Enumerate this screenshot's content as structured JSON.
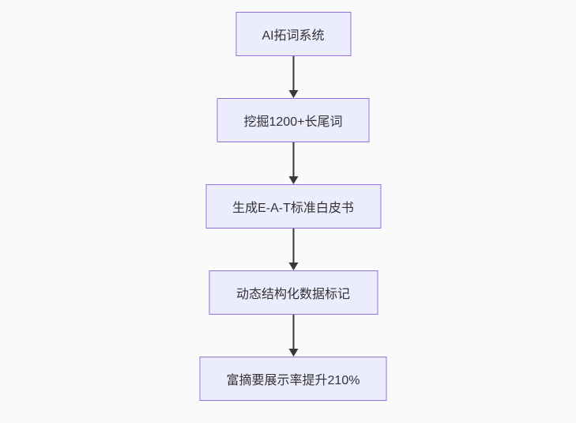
{
  "diagram": {
    "type": "flowchart",
    "direction": "top-down",
    "nodes": [
      {
        "id": "step-1",
        "label": "AI拓词系统"
      },
      {
        "id": "step-2",
        "label": "挖掘1200+长尾词"
      },
      {
        "id": "step-3",
        "label": "生成E-A-T标准白皮书"
      },
      {
        "id": "step-4",
        "label": "动态结构化数据标记"
      },
      {
        "id": "step-5",
        "label": "富摘要展示率提升210%"
      }
    ],
    "edges": [
      {
        "from": "step-1",
        "to": "step-2",
        "style": "arrow-down"
      },
      {
        "from": "step-2",
        "to": "step-3",
        "style": "arrow-down"
      },
      {
        "from": "step-3",
        "to": "step-4",
        "style": "arrow-down"
      },
      {
        "from": "step-4",
        "to": "step-5",
        "style": "arrow-down"
      }
    ],
    "colors": {
      "node_fill": "#ECECFF",
      "node_border": "#9370DB",
      "node_text": "#333333",
      "edge_stroke": "#383838",
      "background": "#fafafa"
    }
  }
}
